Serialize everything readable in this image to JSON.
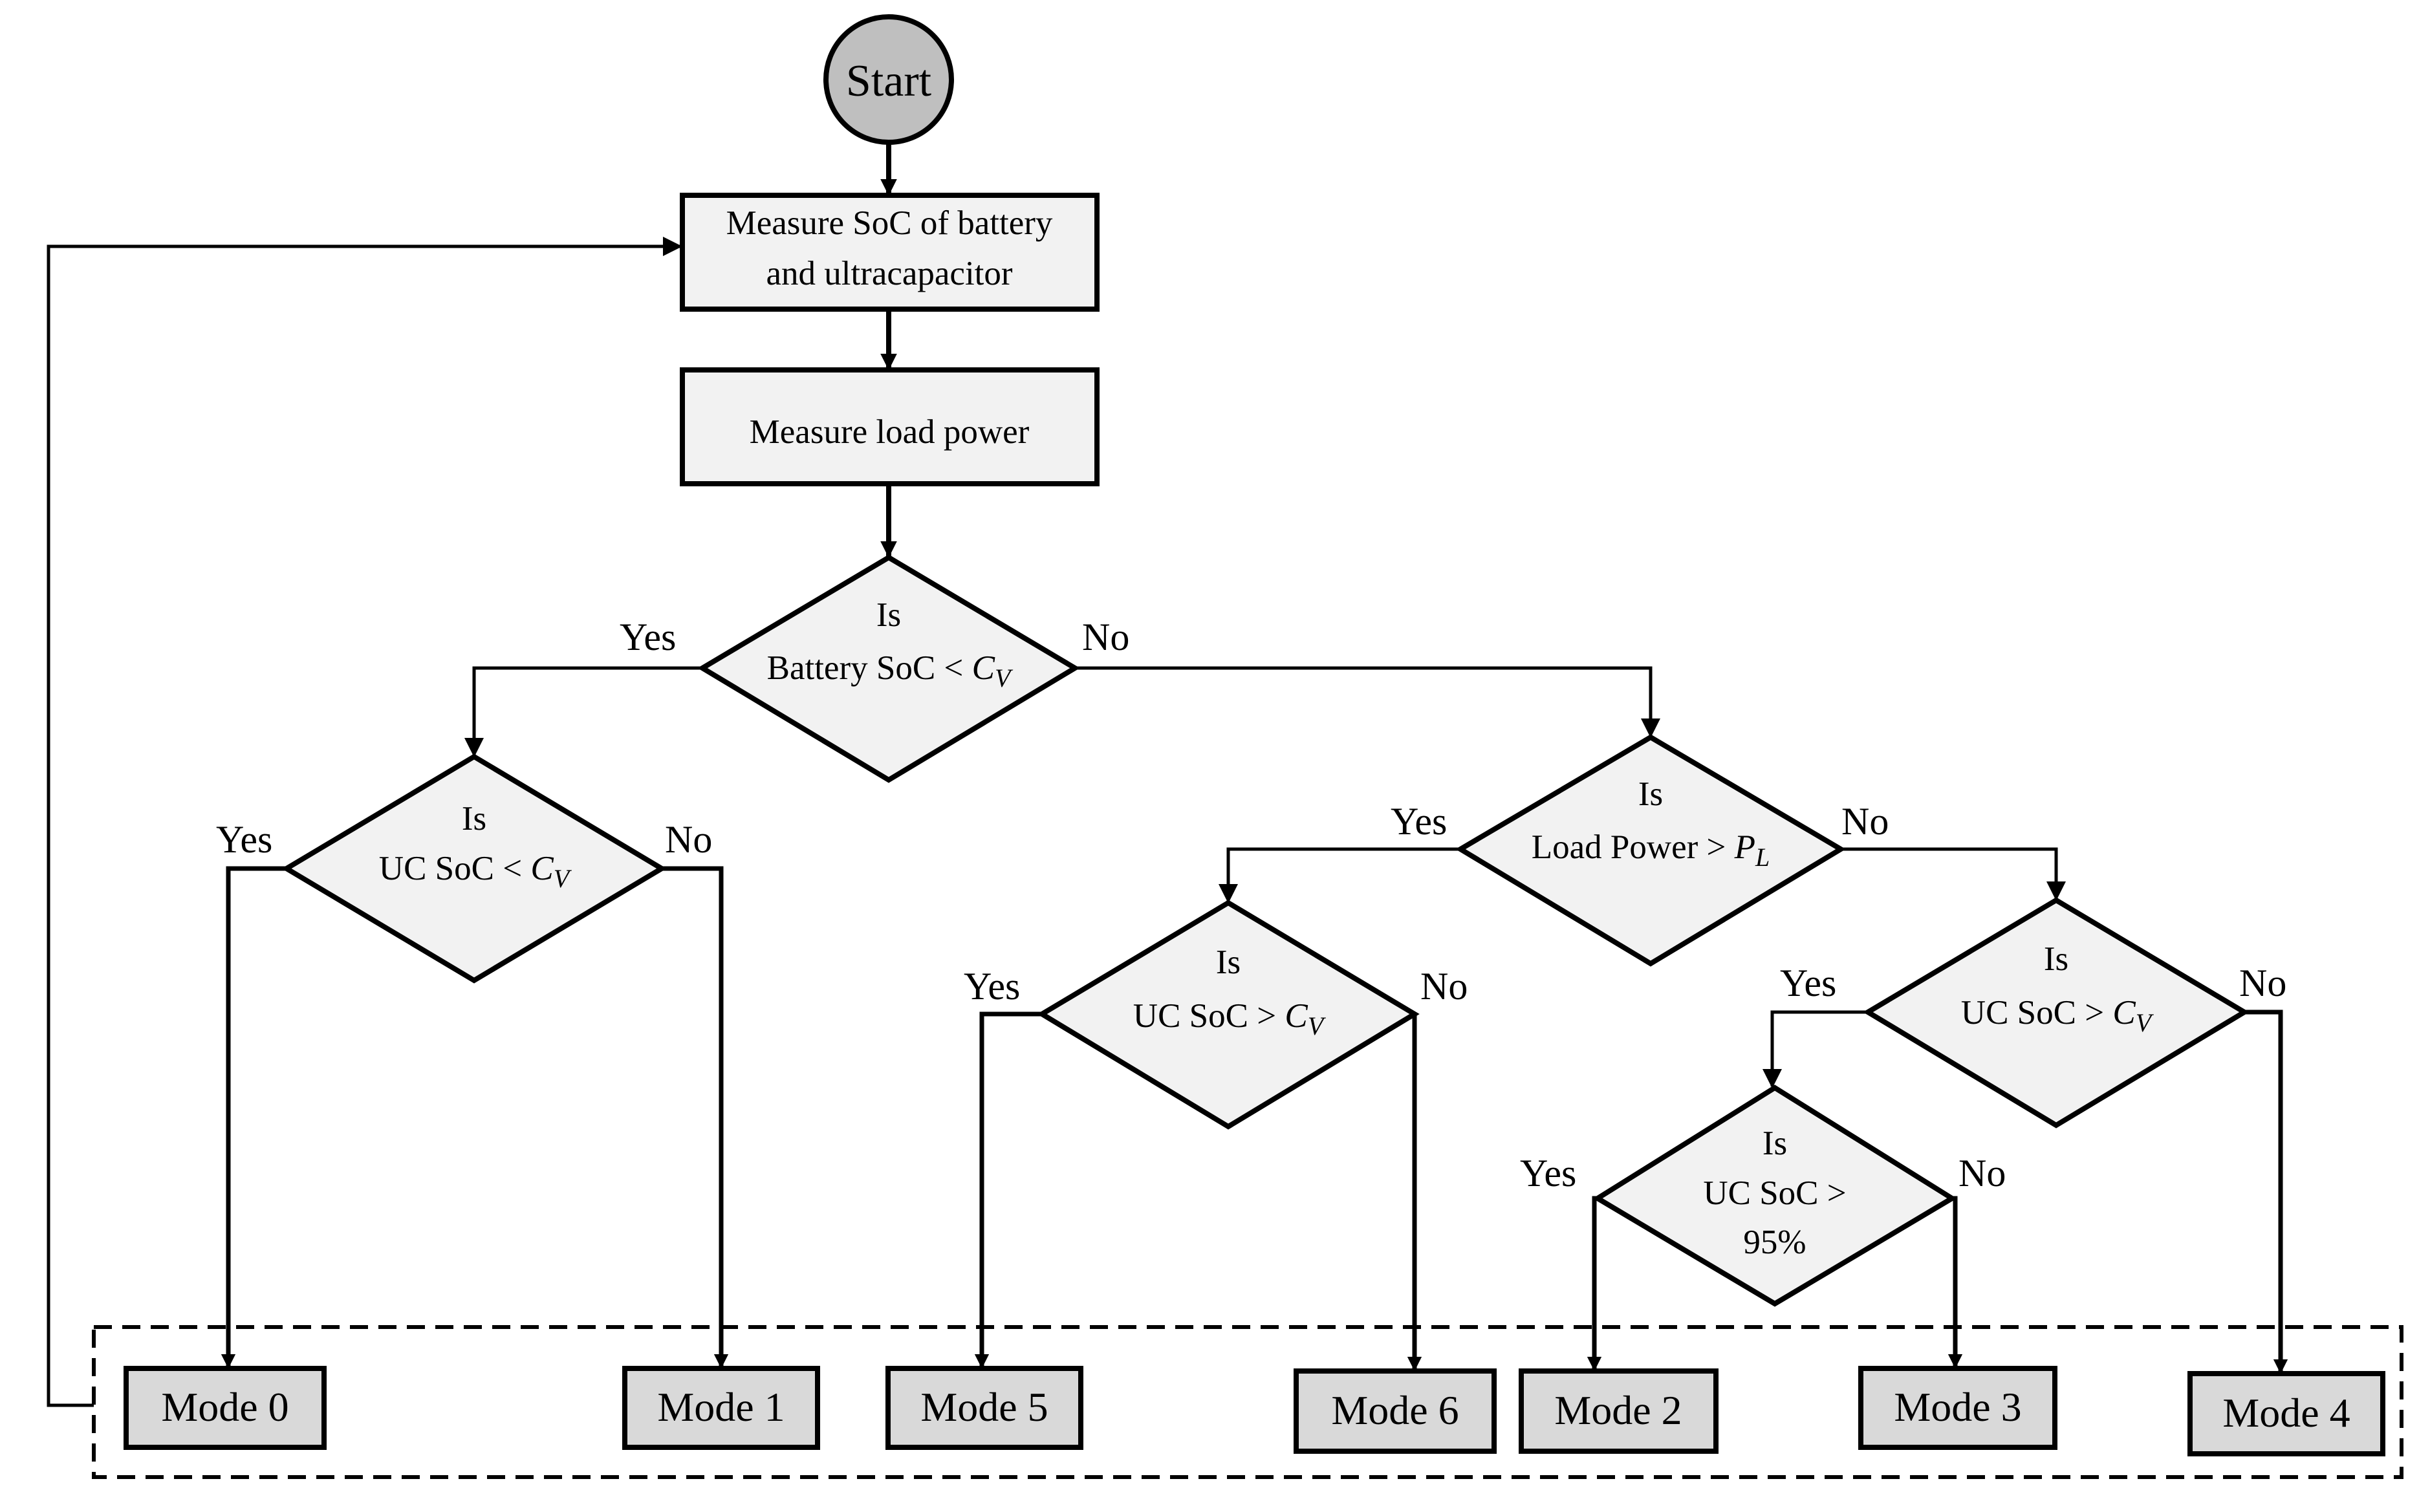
{
  "start": "Start",
  "steps": {
    "measure_soc": [
      "Measure SoC of battery",
      "and ultracapacitor"
    ],
    "measure_load": "Measure load power"
  },
  "decisions": {
    "d1": {
      "line1": "Is",
      "line2": "Battery SoC <",
      "var": "C",
      "sub": "V"
    },
    "d2": {
      "line1": "Is",
      "line2": "UC SoC <",
      "var": "C",
      "sub": "V"
    },
    "d3": {
      "line1": "Is",
      "line2": "Load Power >",
      "var": "P",
      "sub": "L"
    },
    "d4": {
      "line1": "Is",
      "line2": "UC SoC >",
      "var": "C",
      "sub": "V"
    },
    "d5": {
      "line1": "Is",
      "line2": "UC SoC >",
      "var": "C",
      "sub": "V"
    },
    "d6": {
      "line1": "Is",
      "line2": "UC SoC >",
      "line3": "95%"
    }
  },
  "branch_labels": {
    "yes": "Yes",
    "no": "No"
  },
  "modes": {
    "m0": "Mode 0",
    "m1": "Mode 1",
    "m5": "Mode 5",
    "m6": "Mode 6",
    "m2": "Mode 2",
    "m3": "Mode 3",
    "m4": "Mode 4"
  },
  "colors": {
    "node_fill": "#f2f2f2",
    "mode_fill": "#d9d9d9",
    "start_fill": "#bfbfbf",
    "stroke": "#000000"
  }
}
